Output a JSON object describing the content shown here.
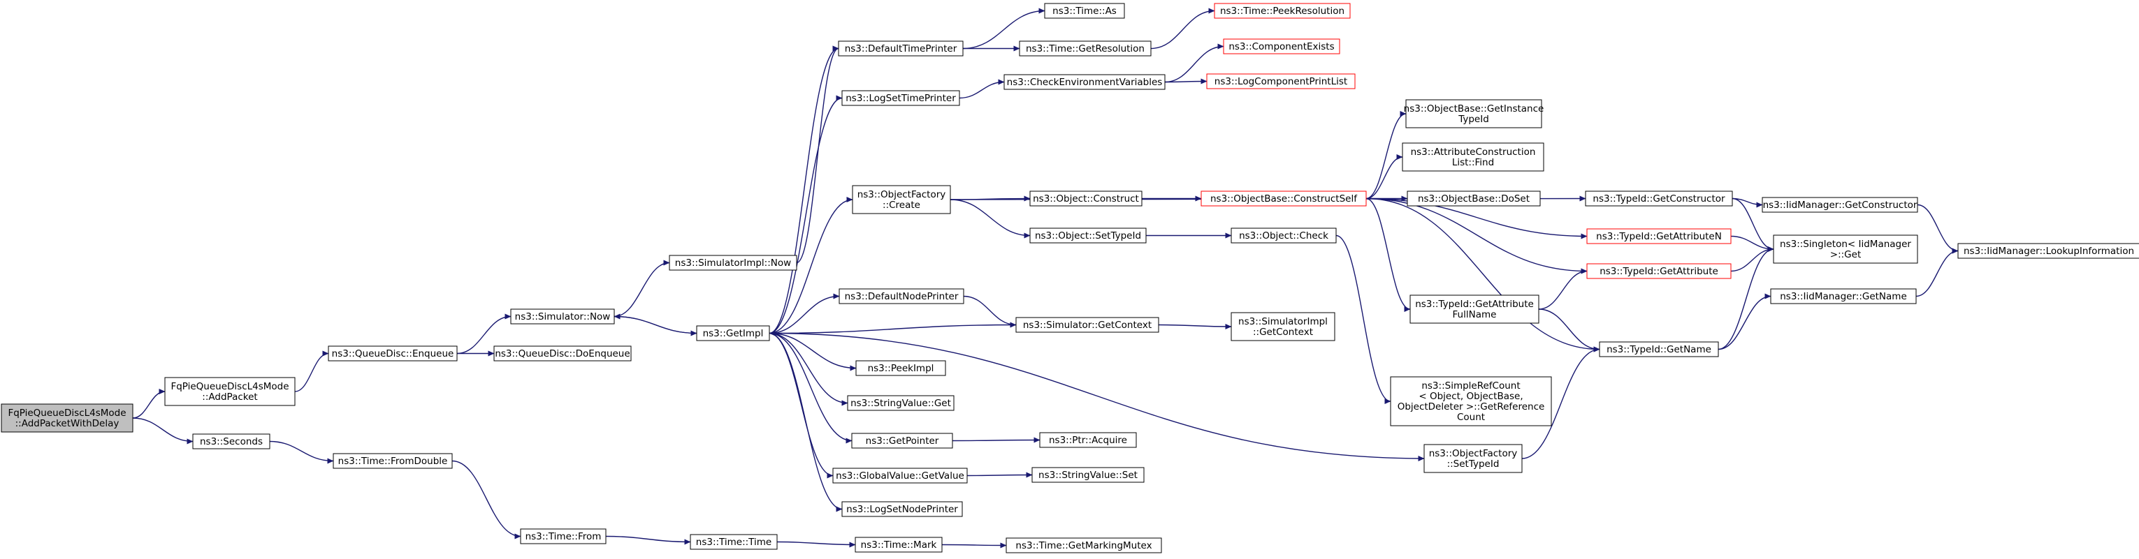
{
  "colors": {
    "edge": "#191970",
    "node_border": "#000000",
    "node_border_red": "#ff0000",
    "root_fill": "#bfbfbf",
    "node_fill": "#ffffff"
  },
  "nodes": {
    "root": {
      "lines": [
        "FqPieQueueDiscL4sMode",
        "::AddPacketWithDelay"
      ],
      "style": "root"
    },
    "addpacket": {
      "lines": [
        "FqPieQueueDiscL4sMode",
        "::AddPacket"
      ]
    },
    "seconds": {
      "lines": [
        "ns3::Seconds"
      ]
    },
    "enqueue": {
      "lines": [
        "ns3::QueueDisc::Enqueue"
      ]
    },
    "fromdouble": {
      "lines": [
        "ns3::Time::FromDouble"
      ]
    },
    "simnow": {
      "lines": [
        "ns3::Simulator::Now"
      ]
    },
    "doenqueue": {
      "lines": [
        "ns3::QueueDisc::DoEnqueue"
      ]
    },
    "from": {
      "lines": [
        "ns3::Time::From"
      ]
    },
    "simimplnow": {
      "lines": [
        "ns3::SimulatorImpl::Now"
      ]
    },
    "getimpl": {
      "lines": [
        "ns3::GetImpl"
      ]
    },
    "time": {
      "lines": [
        "ns3::Time::Time"
      ]
    },
    "defaulttimeprinter": {
      "lines": [
        "ns3::DefaultTimePrinter"
      ]
    },
    "logsettimeprinter": {
      "lines": [
        "ns3::LogSetTimePrinter"
      ]
    },
    "objfactorycreate": {
      "lines": [
        "ns3::ObjectFactory",
        "::Create"
      ]
    },
    "defaultnodeprinter": {
      "lines": [
        "ns3::DefaultNodePrinter"
      ]
    },
    "peekimpl": {
      "lines": [
        "ns3::PeekImpl"
      ]
    },
    "stringvalueget": {
      "lines": [
        "ns3::StringValue::Get"
      ]
    },
    "getpointer": {
      "lines": [
        "ns3::GetPointer"
      ]
    },
    "globalvalueget": {
      "lines": [
        "ns3::GlobalValue::GetValue"
      ]
    },
    "logsetnodeprinter": {
      "lines": [
        "ns3::LogSetNodePrinter"
      ]
    },
    "mark": {
      "lines": [
        "ns3::Time::Mark"
      ]
    },
    "timeas": {
      "lines": [
        "ns3::Time::As"
      ]
    },
    "getresolution": {
      "lines": [
        "ns3::Time::GetResolution"
      ]
    },
    "checkenv": {
      "lines": [
        "ns3::CheckEnvironmentVariables"
      ]
    },
    "objconstruct": {
      "lines": [
        "ns3::Object::Construct"
      ]
    },
    "objsettypeid": {
      "lines": [
        "ns3::Object::SetTypeId"
      ]
    },
    "simgetcontext": {
      "lines": [
        "ns3::Simulator::GetContext"
      ]
    },
    "ptracquire": {
      "lines": [
        "ns3::Ptr::Acquire"
      ]
    },
    "stringvalueset": {
      "lines": [
        "ns3::StringValue::Set"
      ]
    },
    "getmarkingmutex": {
      "lines": [
        "ns3::Time::GetMarkingMutex"
      ]
    },
    "peekresolution": {
      "lines": [
        "ns3::Time::PeekResolution"
      ],
      "style": "red"
    },
    "componentexists": {
      "lines": [
        "ns3::ComponentExists"
      ],
      "style": "red"
    },
    "logcomponentprintlist": {
      "lines": [
        "ns3::LogComponentPrintList"
      ],
      "style": "red"
    },
    "constructself": {
      "lines": [
        "ns3::ObjectBase::ConstructSelf"
      ],
      "style": "red"
    },
    "objectcheck": {
      "lines": [
        "ns3::Object::Check"
      ]
    },
    "simimplgetcontext": {
      "lines": [
        "ns3::SimulatorImpl",
        "::GetContext"
      ]
    },
    "getinstancetypeid": {
      "lines": [
        "ns3::ObjectBase::GetInstance",
        "TypeId"
      ]
    },
    "attrconstructionfind": {
      "lines": [
        "ns3::AttributeConstruction",
        "List::Find"
      ]
    },
    "doset": {
      "lines": [
        "ns3::ObjectBase::DoSet"
      ]
    },
    "getattributefullname": {
      "lines": [
        "ns3::TypeId::GetAttribute",
        "FullName"
      ]
    },
    "simplerefcount": {
      "lines": [
        "ns3::SimpleRefCount",
        "< Object, ObjectBase,",
        "ObjectDeleter >::GetReference",
        "Count"
      ]
    },
    "objfactorysettypeid": {
      "lines": [
        "ns3::ObjectFactory",
        "::SetTypeId"
      ]
    },
    "typeidgetconstructor": {
      "lines": [
        "ns3::TypeId::GetConstructor"
      ]
    },
    "getattributen": {
      "lines": [
        "ns3::TypeId::GetAttributeN"
      ],
      "style": "red"
    },
    "getattribute": {
      "lines": [
        "ns3::TypeId::GetAttribute"
      ],
      "style": "red"
    },
    "typeidgetname": {
      "lines": [
        "ns3::TypeId::GetName"
      ]
    },
    "iidgetconstructor": {
      "lines": [
        "ns3::IidManager::GetConstructor"
      ]
    },
    "singletonget": {
      "lines": [
        "ns3::Singleton< IidManager",
        " >::Get"
      ]
    },
    "iidgetname": {
      "lines": [
        "ns3::IidManager::GetName"
      ]
    },
    "lookupinformation": {
      "lines": [
        "ns3::IidManager::LookupInformation"
      ]
    }
  },
  "edges": [
    [
      "root",
      "addpacket"
    ],
    [
      "root",
      "seconds"
    ],
    [
      "addpacket",
      "enqueue"
    ],
    [
      "seconds",
      "fromdouble"
    ],
    [
      "enqueue",
      "simnow"
    ],
    [
      "enqueue",
      "doenqueue"
    ],
    [
      "fromdouble",
      "from"
    ],
    [
      "from",
      "time"
    ],
    [
      "time",
      "mark"
    ],
    [
      "mark",
      "getmarkingmutex"
    ],
    [
      "simnow",
      "simimplnow"
    ],
    [
      "simnow",
      "getimpl"
    ],
    [
      "simimplnow",
      "defaulttimeprinter"
    ],
    [
      "getimpl",
      "defaulttimeprinter"
    ],
    [
      "getimpl",
      "logsettimeprinter"
    ],
    [
      "getimpl",
      "objfactorycreate"
    ],
    [
      "getimpl",
      "defaultnodeprinter"
    ],
    [
      "getimpl",
      "peekimpl"
    ],
    [
      "getimpl",
      "stringvalueget"
    ],
    [
      "getimpl",
      "getpointer"
    ],
    [
      "getimpl",
      "globalvalueget"
    ],
    [
      "getimpl",
      "logsetnodeprinter"
    ],
    [
      "getimpl",
      "objfactorysettypeid"
    ],
    [
      "getimpl",
      "simnow"
    ],
    [
      "defaulttimeprinter",
      "timeas"
    ],
    [
      "defaulttimeprinter",
      "getresolution"
    ],
    [
      "getresolution",
      "peekresolution"
    ],
    [
      "logsettimeprinter",
      "checkenv"
    ],
    [
      "checkenv",
      "componentexists"
    ],
    [
      "checkenv",
      "logcomponentprintlist"
    ],
    [
      "objfactorycreate",
      "objconstruct"
    ],
    [
      "objfactorycreate",
      "objsettypeid"
    ],
    [
      "objfactorycreate",
      "typeidgetconstructor"
    ],
    [
      "objconstruct",
      "constructself"
    ],
    [
      "objsettypeid",
      "objectcheck"
    ],
    [
      "objectcheck",
      "simplerefcount"
    ],
    [
      "defaultnodeprinter",
      "simgetcontext"
    ],
    [
      "simgetcontext",
      "getimpl"
    ],
    [
      "simgetcontext",
      "simimplgetcontext"
    ],
    [
      "getpointer",
      "ptracquire"
    ],
    [
      "globalvalueget",
      "stringvalueset"
    ],
    [
      "constructself",
      "getinstancetypeid"
    ],
    [
      "constructself",
      "attrconstructionfind"
    ],
    [
      "constructself",
      "doset"
    ],
    [
      "constructself",
      "getattributefullname"
    ],
    [
      "constructself",
      "getattributen"
    ],
    [
      "constructself",
      "getattribute"
    ],
    [
      "constructself",
      "typeidgetname"
    ],
    [
      "getattributefullname",
      "getattribute"
    ],
    [
      "getattributefullname",
      "typeidgetname"
    ],
    [
      "objfactorysettypeid",
      "typeidgetname"
    ],
    [
      "typeidgetconstructor",
      "iidgetconstructor"
    ],
    [
      "typeidgetconstructor",
      "singletonget"
    ],
    [
      "getattributen",
      "singletonget"
    ],
    [
      "getattribute",
      "singletonget"
    ],
    [
      "typeidgetname",
      "singletonget"
    ],
    [
      "typeidgetname",
      "iidgetname"
    ],
    [
      "iidgetconstructor",
      "lookupinformation"
    ],
    [
      "iidgetname",
      "lookupinformation"
    ]
  ]
}
